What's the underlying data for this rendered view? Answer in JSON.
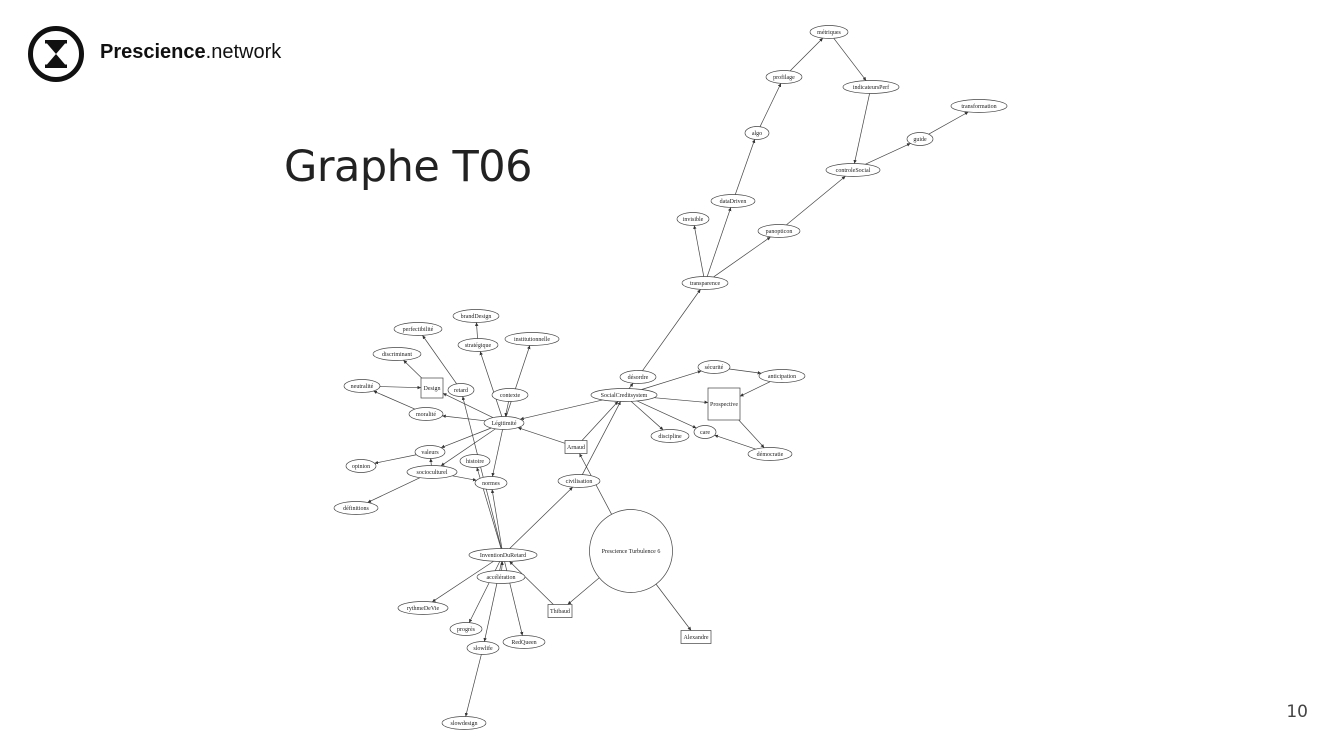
{
  "header": {
    "brand_bold": "Prescience",
    "brand_rest": ".network",
    "logo_icon": "hourglass-icon"
  },
  "slide": {
    "title": "Graphe T06",
    "page_number": "10"
  },
  "graph": {
    "nodes": [
      {
        "id": "metriques",
        "label": "métriques",
        "shape": "ellipse"
      },
      {
        "id": "profilage",
        "label": "profilage",
        "shape": "ellipse"
      },
      {
        "id": "indicateursPerf",
        "label": "indicateursPerf",
        "shape": "ellipse"
      },
      {
        "id": "transformation",
        "label": "transformation",
        "shape": "ellipse"
      },
      {
        "id": "algo",
        "label": "algo",
        "shape": "ellipse"
      },
      {
        "id": "guide",
        "label": "guide",
        "shape": "ellipse"
      },
      {
        "id": "controleSocial",
        "label": "controleSocial",
        "shape": "ellipse"
      },
      {
        "id": "dataDriven",
        "label": "dataDriven",
        "shape": "ellipse"
      },
      {
        "id": "invisible",
        "label": "invisible",
        "shape": "ellipse"
      },
      {
        "id": "panopticon",
        "label": "panopticon",
        "shape": "ellipse"
      },
      {
        "id": "transparence",
        "label": "transparence",
        "shape": "ellipse"
      },
      {
        "id": "brandDesign",
        "label": "brandDesign",
        "shape": "ellipse"
      },
      {
        "id": "perfectibilite",
        "label": "perfectibilité",
        "shape": "ellipse"
      },
      {
        "id": "strategique",
        "label": "stratégique",
        "shape": "ellipse"
      },
      {
        "id": "institutionnelle",
        "label": "institutionnelle",
        "shape": "ellipse"
      },
      {
        "id": "discriminant",
        "label": "discriminant",
        "shape": "ellipse"
      },
      {
        "id": "securite",
        "label": "sécurité",
        "shape": "ellipse"
      },
      {
        "id": "desordre",
        "label": "désordre",
        "shape": "ellipse"
      },
      {
        "id": "anticipation",
        "label": "anticipation",
        "shape": "ellipse"
      },
      {
        "id": "neutralite",
        "label": "neutralité",
        "shape": "ellipse"
      },
      {
        "id": "Design",
        "label": "Design",
        "shape": "box"
      },
      {
        "id": "retard",
        "label": "retard",
        "shape": "ellipse"
      },
      {
        "id": "contexte",
        "label": "contexte",
        "shape": "ellipse"
      },
      {
        "id": "SocialCreditsystem",
        "label": "SocialCreditsystem",
        "shape": "ellipse"
      },
      {
        "id": "Prospective",
        "label": "Prospective",
        "shape": "box"
      },
      {
        "id": "moralite",
        "label": "moralité",
        "shape": "ellipse"
      },
      {
        "id": "Legitimite",
        "label": "Légitimité",
        "shape": "ellipse"
      },
      {
        "id": "care",
        "label": "care",
        "shape": "ellipse"
      },
      {
        "id": "discipline",
        "label": "discipline",
        "shape": "ellipse"
      },
      {
        "id": "Arnaud",
        "label": "Arnaud",
        "shape": "box"
      },
      {
        "id": "valeurs",
        "label": "valeurs",
        "shape": "ellipse"
      },
      {
        "id": "democratie",
        "label": "démocratie",
        "shape": "ellipse"
      },
      {
        "id": "histoire",
        "label": "histoire",
        "shape": "ellipse"
      },
      {
        "id": "opinion",
        "label": "opinion",
        "shape": "ellipse"
      },
      {
        "id": "socioculturel",
        "label": "socioculturel",
        "shape": "ellipse"
      },
      {
        "id": "normes",
        "label": "normes",
        "shape": "ellipse"
      },
      {
        "id": "civilisation",
        "label": "civilisation",
        "shape": "ellipse"
      },
      {
        "id": "definitions",
        "label": "définitions",
        "shape": "ellipse"
      },
      {
        "id": "PrescienceTurbulence6",
        "label": "Prescience Turbulence 6",
        "shape": "circle"
      },
      {
        "id": "InventionDuRetard",
        "label": "InventionDuRetard",
        "shape": "ellipse"
      },
      {
        "id": "acceleration",
        "label": "accélération",
        "shape": "ellipse"
      },
      {
        "id": "rythmeDeVie",
        "label": "rythmeDeVie",
        "shape": "ellipse"
      },
      {
        "id": "Thibaud",
        "label": "Thibaud",
        "shape": "box"
      },
      {
        "id": "progres",
        "label": "progrès",
        "shape": "ellipse"
      },
      {
        "id": "RedQueen",
        "label": "RedQueen",
        "shape": "ellipse"
      },
      {
        "id": "Alexandre",
        "label": "Alexandre",
        "shape": "box"
      },
      {
        "id": "slowlife",
        "label": "slowlife",
        "shape": "ellipse"
      },
      {
        "id": "slowdesign",
        "label": "slowdesign",
        "shape": "ellipse"
      }
    ],
    "edges": [
      [
        "profilage",
        "metriques"
      ],
      [
        "metriques",
        "indicateursPerf"
      ],
      [
        "algo",
        "profilage"
      ],
      [
        "indicateursPerf",
        "controleSocial"
      ],
      [
        "guide",
        "transformation"
      ],
      [
        "controleSocial",
        "guide"
      ],
      [
        "dataDriven",
        "algo"
      ],
      [
        "panopticon",
        "controleSocial"
      ],
      [
        "transparence",
        "invisible"
      ],
      [
        "transparence",
        "dataDriven"
      ],
      [
        "transparence",
        "panopticon"
      ],
      [
        "desordre",
        "transparence"
      ],
      [
        "SocialCreditsystem",
        "desordre"
      ],
      [
        "SocialCreditsystem",
        "securite"
      ],
      [
        "securite",
        "anticipation"
      ],
      [
        "anticipation",
        "Prospective"
      ],
      [
        "SocialCreditsystem",
        "Prospective"
      ],
      [
        "Prospective",
        "democratie"
      ],
      [
        "democratie",
        "care"
      ],
      [
        "SocialCreditsystem",
        "care"
      ],
      [
        "SocialCreditsystem",
        "discipline"
      ],
      [
        "SocialCreditsystem",
        "Legitimite"
      ],
      [
        "civilisation",
        "SocialCreditsystem"
      ],
      [
        "Arnaud",
        "SocialCreditsystem"
      ],
      [
        "Arnaud",
        "Legitimite"
      ],
      [
        "PrescienceTurbulence6",
        "Arnaud"
      ],
      [
        "PrescienceTurbulence6",
        "Thibaud"
      ],
      [
        "PrescienceTurbulence6",
        "Alexandre"
      ],
      [
        "strategique",
        "brandDesign"
      ],
      [
        "Legitimite",
        "strategique"
      ],
      [
        "Legitimite",
        "institutionnelle"
      ],
      [
        "contexte",
        "Legitimite"
      ],
      [
        "Legitimite",
        "moralite"
      ],
      [
        "Legitimite",
        "Design"
      ],
      [
        "Legitimite",
        "valeurs"
      ],
      [
        "Legitimite",
        "socioculturel"
      ],
      [
        "Legitimite",
        "normes"
      ],
      [
        "retard",
        "perfectibilite"
      ],
      [
        "Design",
        "discriminant"
      ],
      [
        "neutralite",
        "Design"
      ],
      [
        "moralite",
        "neutralite"
      ],
      [
        "valeurs",
        "opinion"
      ],
      [
        "socioculturel",
        "valeurs"
      ],
      [
        "socioculturel",
        "definitions"
      ],
      [
        "socioculturel",
        "normes"
      ],
      [
        "InventionDuRetard",
        "retard"
      ],
      [
        "InventionDuRetard",
        "histoire"
      ],
      [
        "InventionDuRetard",
        "normes"
      ],
      [
        "InventionDuRetard",
        "civilisation"
      ],
      [
        "InventionDuRetard",
        "rythmeDeVie"
      ],
      [
        "InventionDuRetard",
        "progres"
      ],
      [
        "InventionDuRetard",
        "RedQueen"
      ],
      [
        "InventionDuRetard",
        "slowlife"
      ],
      [
        "acceleration",
        "InventionDuRetard"
      ],
      [
        "Thibaud",
        "InventionDuRetard"
      ],
      [
        "slowlife",
        "slowdesign"
      ]
    ]
  }
}
